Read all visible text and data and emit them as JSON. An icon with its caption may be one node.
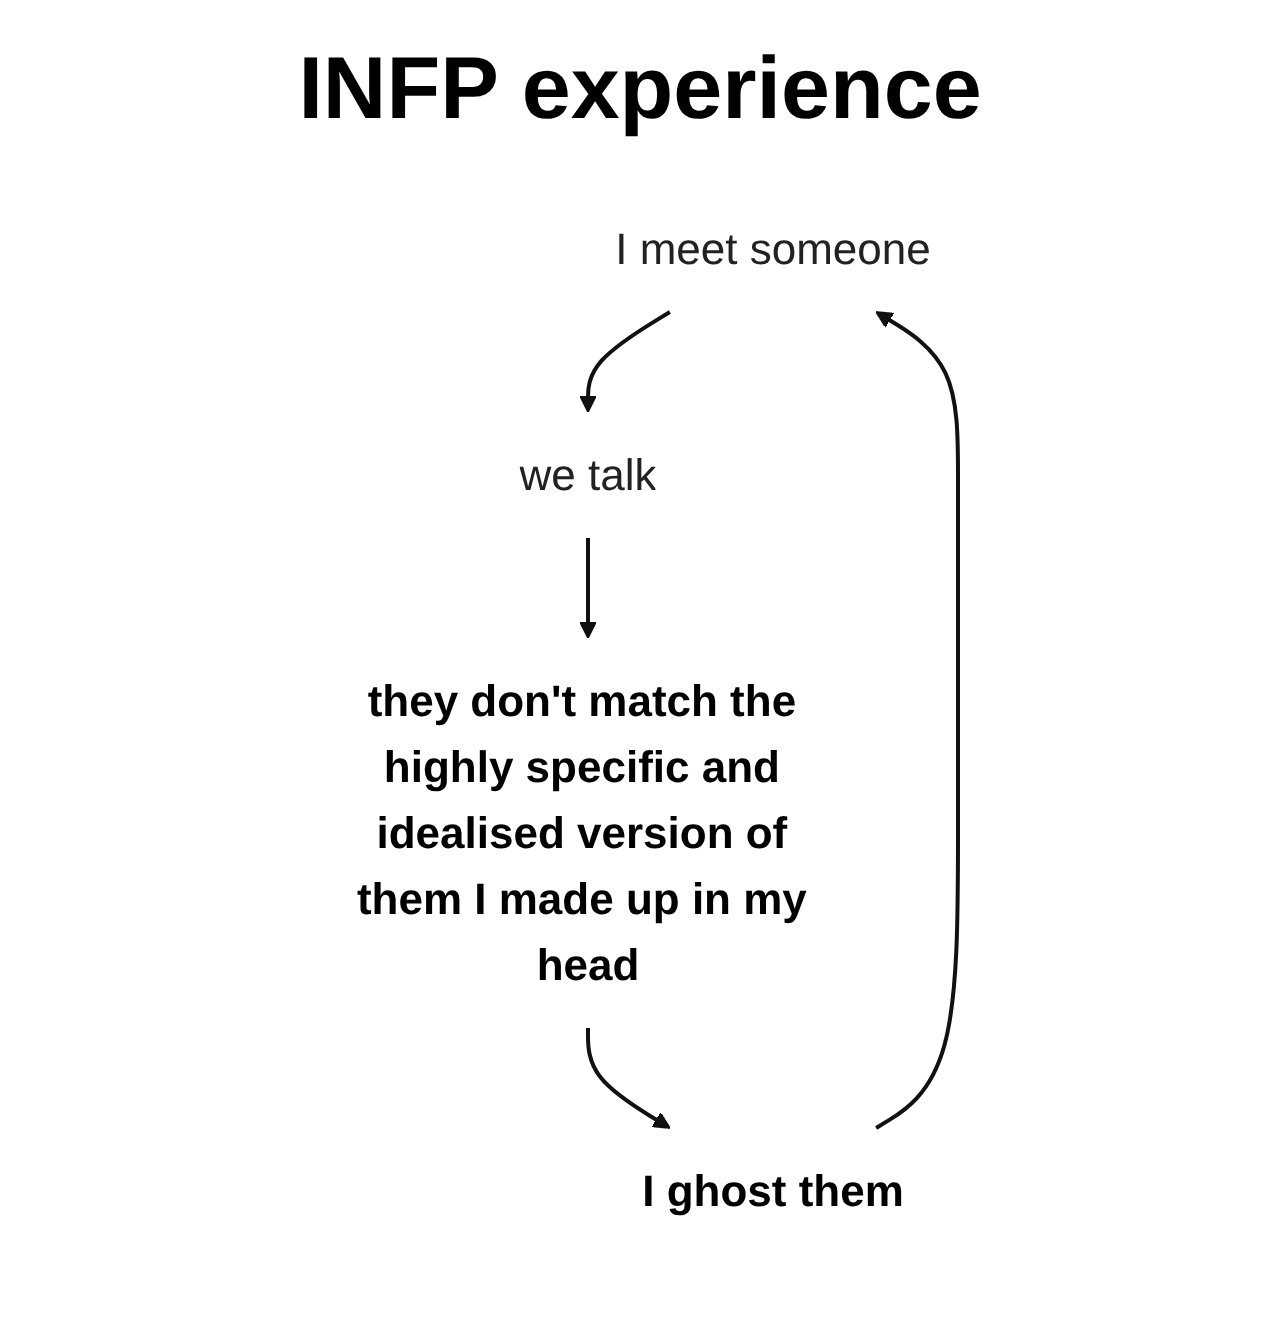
{
  "diagram": {
    "title": "INFP experience",
    "nodes": [
      {
        "text": [
          "I meet someone"
        ]
      },
      {
        "text": [
          "we talk"
        ]
      },
      {
        "text": [
          "they don't match the highly specific and idealised version of them I made up in my head"
        ]
      },
      {
        "text": [
          "I ghost them"
        ]
      }
    ],
    "edges": [
      {
        "from": 0,
        "to": 1,
        "arrow": "to"
      },
      {
        "from": 1,
        "to": 2,
        "arrow": "to"
      },
      {
        "from": 2,
        "to": 3,
        "arrow": "to"
      },
      {
        "from": 3,
        "to": 0,
        "arrow": "to"
      }
    ]
  }
}
